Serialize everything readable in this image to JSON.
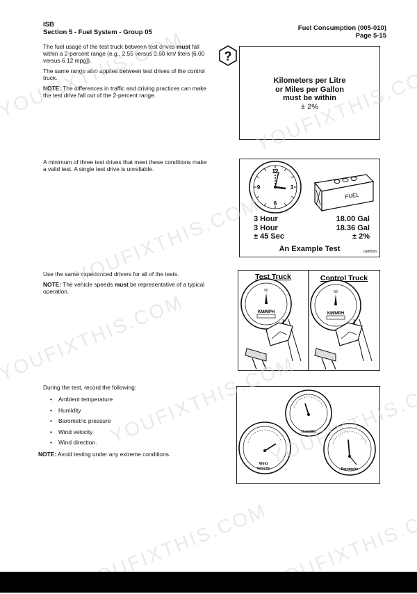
{
  "header": {
    "left_line1": "ISB",
    "left_line2": "Section 5 - Fuel System - Group 05",
    "right_line1": "Fuel Consumption (005-010)",
    "right_line2": "Page 5-15"
  },
  "section1": {
    "p1_pre": "The fuel usage of the test truck between test drives ",
    "p1_bold": "must",
    "p1_post": " fall within a 2-percent range (e.g., 2.55 versus 2.60 km/ liters [6.00 versus 6.12 mpg]).",
    "p2": "The same range also applies between test drives of the control truck.",
    "note_label": "NOTE:",
    "note_text": " The differences in traffic and driving practices can make the test drive fall out of the 2-percent range."
  },
  "fig1": {
    "line1": "Kilometers per Litre",
    "line2": "or Miles per Gallon",
    "line3": "must be within",
    "line4": "± 2%"
  },
  "section2": {
    "p1": "A minimum of three test drives that meet these conditions make a valid test. A single test drive is unreliable."
  },
  "fig2": {
    "row1_left": "3 Hour",
    "row1_right": "18.00 Gal",
    "row2_left": "3 Hour",
    "row2_right": "18.36 Gal",
    "row3_left": "± 45 Sec",
    "row3_right": "± 2%",
    "caption": "An Example Test",
    "code": "oa800im",
    "fuel_label": "FUEL",
    "clock_numbers": [
      "12",
      "3",
      "6",
      "9"
    ]
  },
  "section3": {
    "p1": "Use the same experienced drivers for all of the tests.",
    "note_label": "NOTE:",
    "note_pre": " The vehicle speeds ",
    "note_bold": "must",
    "note_post": " be representative of a typical operation."
  },
  "fig3": {
    "left_title": "Test Truck",
    "right_title": "Control Truck",
    "gauge_unit": "KM/MPH",
    "gauge_mark": "50"
  },
  "section4": {
    "intro": "During the test, record the following:",
    "items": [
      "Ambient temperature",
      "Humidity",
      "Barometric pressure",
      "Wind velocity",
      "Wind direction."
    ],
    "note_label": "NOTE:",
    "note_text": " Avoid testing under any extreme conditions."
  },
  "fig4": {
    "humidity": "Humidity",
    "wind_line1": "Wind",
    "wind_line2": "Velocity",
    "barometer": "Barometer"
  },
  "watermark": "YOUFIXTHIS.COM"
}
